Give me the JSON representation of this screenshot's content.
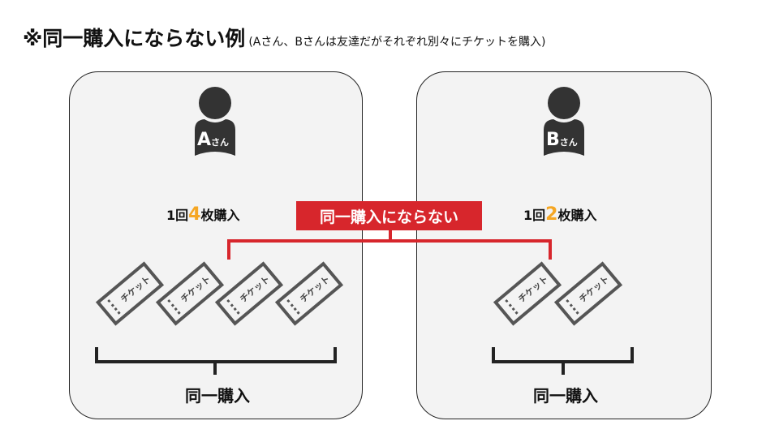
{
  "title": {
    "main": "※同一購入にならない例",
    "sub": "(Aさん、Bさんは友達だがそれぞれ別々にチケットを購入)"
  },
  "label": "同一購入にならない",
  "ticket_label": "チケット",
  "colors": {
    "accent": "#d7262c",
    "number": "#f5a623"
  },
  "persons": [
    {
      "badge_letter": "A",
      "badge_suffix": "さん",
      "count_prefix": "1回",
      "count": "4",
      "count_suffix": "枚購入",
      "tickets": 4,
      "group_label": "同一購入"
    },
    {
      "badge_letter": "B",
      "badge_suffix": "さん",
      "count_prefix": "1回",
      "count": "2",
      "count_suffix": "枚購入",
      "tickets": 2,
      "group_label": "同一購入"
    }
  ]
}
